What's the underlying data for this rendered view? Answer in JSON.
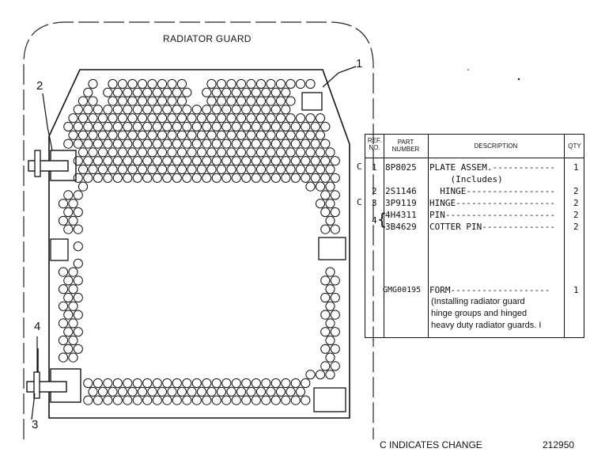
{
  "title": "RADIATOR GUARD",
  "callouts": [
    "1",
    "2",
    "3",
    "4"
  ],
  "table": {
    "headers": {
      "ref_no": "REF. NO.",
      "part_number": "PART NUMBER",
      "description": "DESCRIPTION",
      "qty": "QTY"
    },
    "rows": [
      {
        "change": "C",
        "ref": "1",
        "part": "8P8025",
        "desc": "PLATE ASSEM.------------",
        "qty": "1"
      },
      {
        "change": "",
        "ref": "",
        "part": "",
        "desc": "    (Includes)",
        "qty": ""
      },
      {
        "change": "",
        "ref": "2",
        "part": "2S1146",
        "desc": "  HINGE-----------------",
        "qty": "2"
      },
      {
        "change": "C",
        "ref": "3",
        "part": "3P9119",
        "desc": "HINGE-------------------",
        "qty": "2"
      },
      {
        "change": "",
        "ref": "4",
        "part": "4H4311",
        "desc": "PIN---------------------",
        "qty": "2"
      },
      {
        "change": "",
        "ref": "",
        "part": "3B4629",
        "desc": "COTTER PIN--------------",
        "qty": "2"
      }
    ],
    "form_row": {
      "part": "GMG00195",
      "desc_lines": [
        "FORM-------------------",
        "(Installing radiator guard",
        "hinge groups and hinged",
        "heavy duty radiator guards. I"
      ],
      "qty": "1"
    }
  },
  "footer": {
    "legend": "C INDICATES CHANGE",
    "figure_number": "212950"
  }
}
